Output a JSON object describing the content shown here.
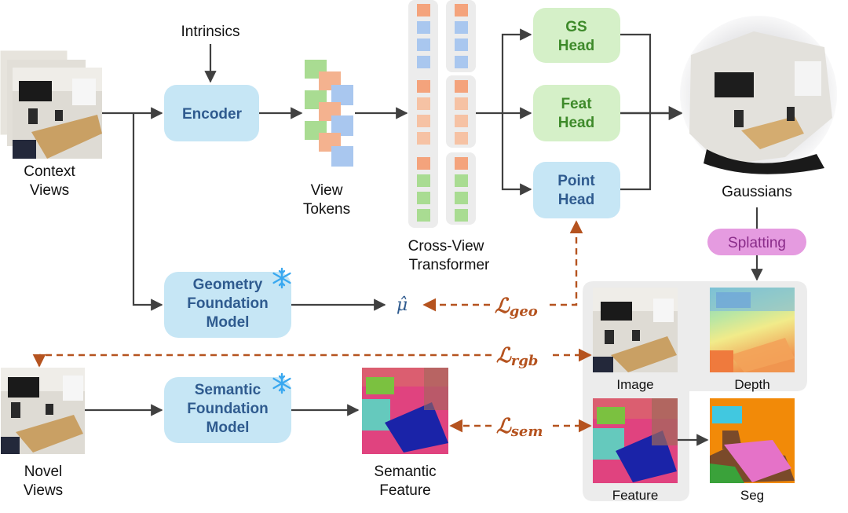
{
  "labels": {
    "context_views": [
      "Context",
      "Views"
    ],
    "intrinsics": "Intrinsics",
    "encoder": "Encoder",
    "view_tokens": [
      "View",
      "Tokens"
    ],
    "cross_view_transformer": [
      "Cross-View",
      "Transformer"
    ],
    "gs_head": [
      "GS",
      "Head"
    ],
    "feat_head": [
      "Feat",
      "Head"
    ],
    "point_head": [
      "Point",
      "Head"
    ],
    "gaussians": "Gaussians",
    "splatting": "Splatting",
    "geometry_foundation_model": [
      "Geometry",
      "Foundation",
      "Model"
    ],
    "semantic_foundation_model": [
      "Semantic",
      "Foundation",
      "Model"
    ],
    "mu_hat": "μ̂",
    "loss_geo": {
      "base": "ℒ",
      "sub": "geo"
    },
    "loss_rgb": {
      "base": "ℒ",
      "sub": "rgb"
    },
    "loss_sem": {
      "base": "ℒ",
      "sub": "sem"
    },
    "novel_views": [
      "Novel",
      "Views"
    ],
    "semantic_feature": [
      "Semantic",
      "Feature"
    ],
    "image": "Image",
    "depth": "Depth",
    "feature": "Feature",
    "seg": "Seg"
  },
  "colors": {
    "encoder_fill": "#c6e6f5",
    "encoder_text": "#2f5b8f",
    "head_green_fill": "#d5f0c8",
    "head_green_text": "#3e8a2a",
    "point_head_fill": "#c6e6f5",
    "splatting_fill": "#e59be0",
    "splatting_text": "#8a2c8a",
    "loss_color": "#b5531f",
    "token_orange": "#f4b28f",
    "token_blue": "#a9c7ef",
    "token_green": "#a9dc92",
    "arrow": "#404040",
    "panel_gray": "#ececec",
    "snowflake": "#39a8f0"
  },
  "icons": [
    "snowflake-icon"
  ]
}
